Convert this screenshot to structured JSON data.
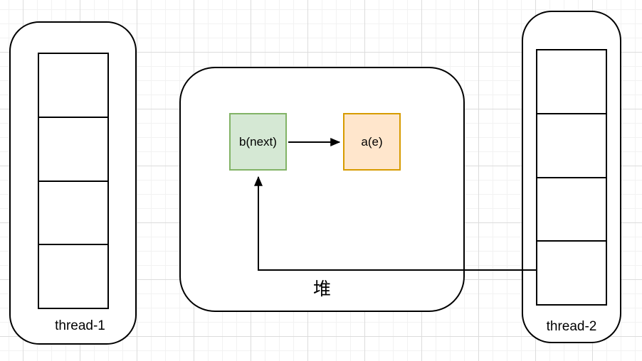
{
  "canvas": {
    "background": "#ffffff",
    "grid_minor_color": "#f2f2f2",
    "grid_major_color": "#dcdcdc"
  },
  "thread1": {
    "label": "thread-1",
    "stack_cells": 4
  },
  "thread2": {
    "label": "thread-2",
    "stack_cells": 4
  },
  "heap": {
    "label": "堆",
    "nodes": [
      {
        "label": "b(next)",
        "fill": "#d5e8d4",
        "stroke": "#82b366"
      },
      {
        "label": "a(e)",
        "fill": "#ffe6cc",
        "stroke": "#d79b00"
      }
    ]
  },
  "edges": [
    {
      "from": "b(next)",
      "to": "a(e)",
      "style": "solid-arrow"
    },
    {
      "from": "thread-2 bottom stack cell",
      "to": "b(next)",
      "style": "solid-elbow-arrow"
    }
  ]
}
